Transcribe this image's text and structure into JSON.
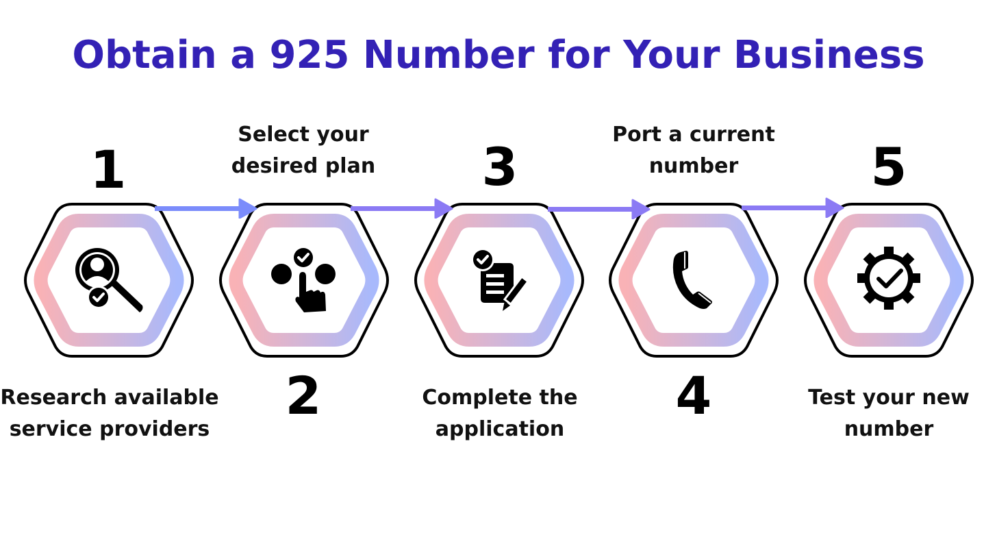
{
  "title": "Obtain a 925 Number for Your Business",
  "colors": {
    "title": "#3321b5",
    "arrow_1": "#7b8cfb",
    "arrow_2": "#8b7af4",
    "ring_left": "#f8b4b8",
    "ring_right": "#a9b8fb",
    "outline": "#000000"
  },
  "steps": [
    {
      "number": "1",
      "label_line1": "Research available",
      "label_line2": "service providers",
      "icon": "search-user-check-icon"
    },
    {
      "number": "2",
      "label_line1": "Select your",
      "label_line2": "desired plan",
      "icon": "hand-select-option-icon"
    },
    {
      "number": "3",
      "label_line1": "Complete the",
      "label_line2": "application",
      "icon": "document-edit-check-icon"
    },
    {
      "number": "4",
      "label_line1": "Port a current",
      "label_line2": "number",
      "icon": "phone-icon"
    },
    {
      "number": "5",
      "label_line1": "Test your new",
      "label_line2": "number",
      "icon": "gear-check-icon"
    }
  ]
}
